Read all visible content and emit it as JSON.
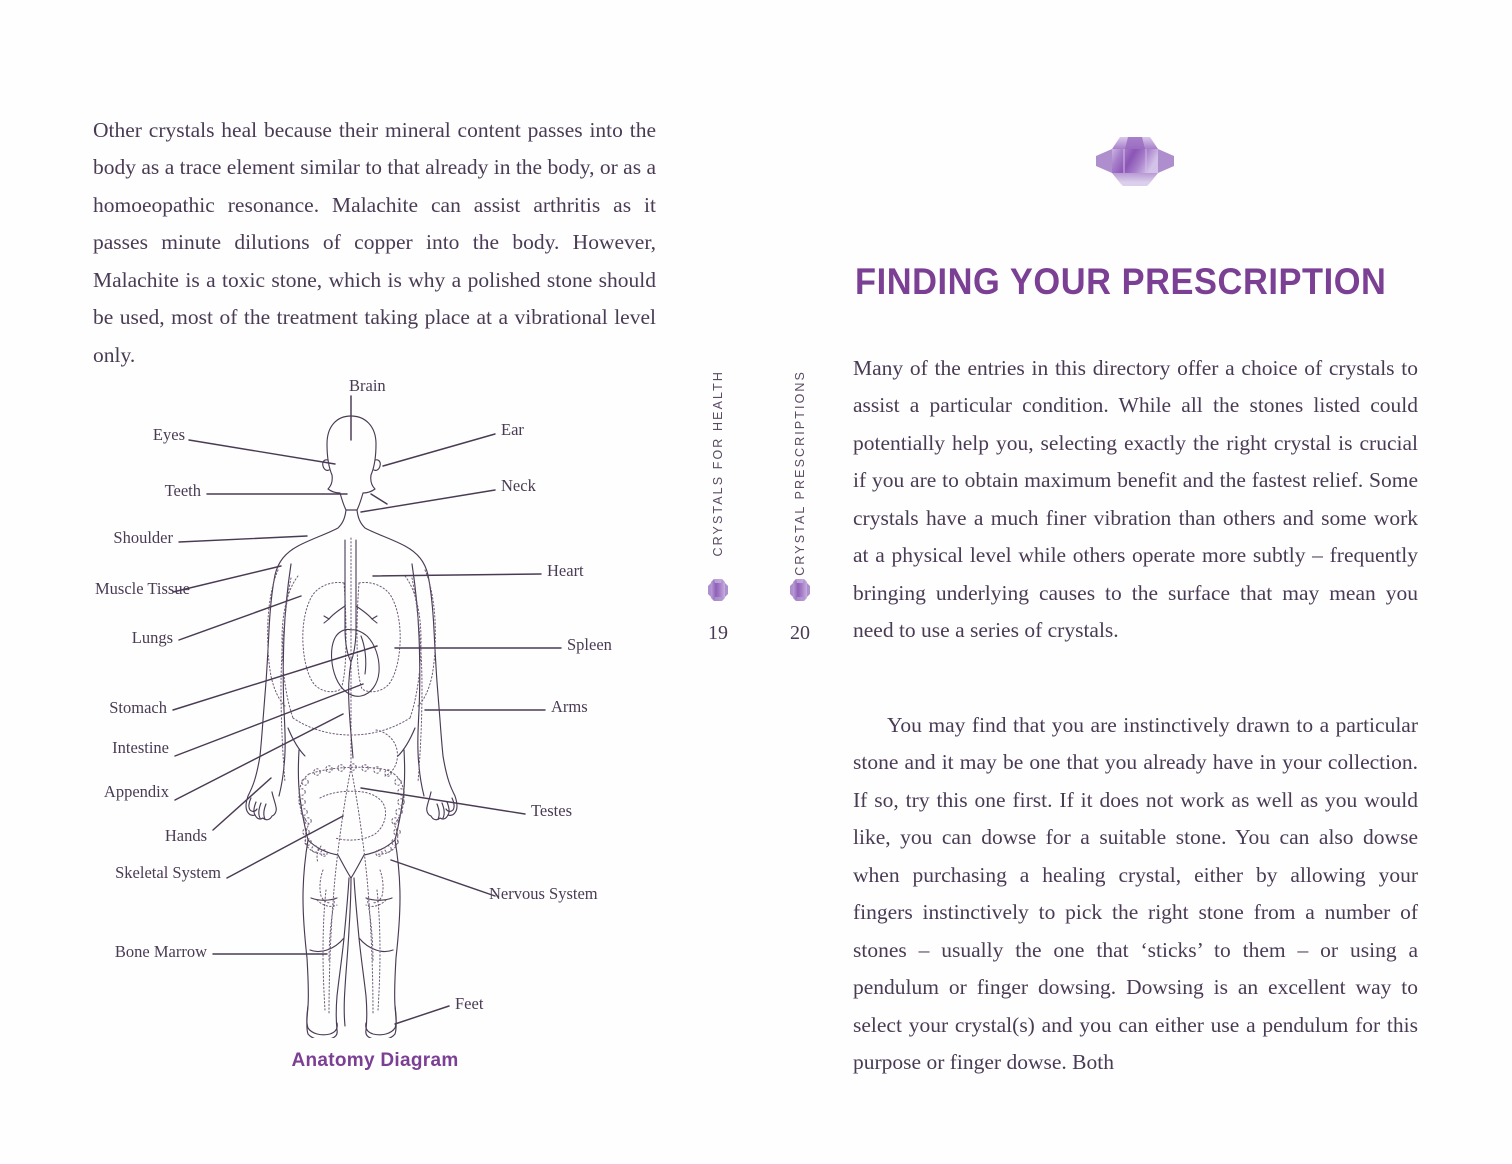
{
  "colors": {
    "heading_purple": "#7b3f94",
    "body_text": "#4a3b55",
    "line_art": "#4a3b55",
    "page_background": "#fefefe"
  },
  "left_page": {
    "intro_paragraph": "Other crystals heal because their mineral content passes into the body as a trace element similar to that already in the body, or as a homoeopathic resonance. Malachite can assist arthritis as it passes minute dilutions of copper into the body. However, Malachite is a toxic stone, which is why a polished stone should be used, most of the treatment taking place at a vibrational level only.",
    "figure": {
      "caption": "Anatomy Diagram",
      "labels_left": [
        "Eyes",
        "Teeth",
        "Shoulder",
        "Muscle Tissue",
        "Lungs",
        "Stomach",
        "Intestine",
        "Appendix",
        "Hands",
        "Skeletal System",
        "Bone Marrow"
      ],
      "labels_top": [
        "Brain"
      ],
      "labels_right": [
        "Ear",
        "Neck",
        "Heart",
        "Spleen",
        "Arms",
        "Testes",
        "Nervous System",
        "Feet"
      ]
    }
  },
  "spine": {
    "left": {
      "running_head": "CRYSTALS FOR HEALTH",
      "page_number": "19",
      "crystal_icon": "crystal-icon"
    },
    "right": {
      "running_head": "CRYSTAL PRESCRIPTIONS",
      "page_number": "20",
      "crystal_icon": "crystal-icon"
    }
  },
  "right_page": {
    "header_crystal_icon": "amethyst-crystal-icon",
    "heading": "FINDING YOUR PRESCRIPTION",
    "paragraph_1": "Many of the entries in this directory offer a choice of crystals to assist a particular condition. While all the stones listed could potentially help you, selecting exactly the right crystal is crucial if you are to obtain maximum benefit and the fastest relief. Some crystals have a much finer vibration than others and some work at a physical level while others operate more subtly – frequently bringing underlying causes to the surface that may mean you need to use a series of crystals.",
    "paragraph_2": "You may find that you are instinctively drawn to a particular stone and it may be one that you already have in your collection. If so, try this one first. If it does not work as well as you would like, you can dowse for a suitable stone. You can also dowse when purchasing a healing crystal, either by allowing your fingers instinctively to pick the right stone from a number of stones – usually the one that ‘sticks’ to them – or using a pendulum or finger dowsing. Dowsing is an excellent way to select your crystal(s) and you can either use a pendulum for this purpose or finger dowse. Both"
  }
}
